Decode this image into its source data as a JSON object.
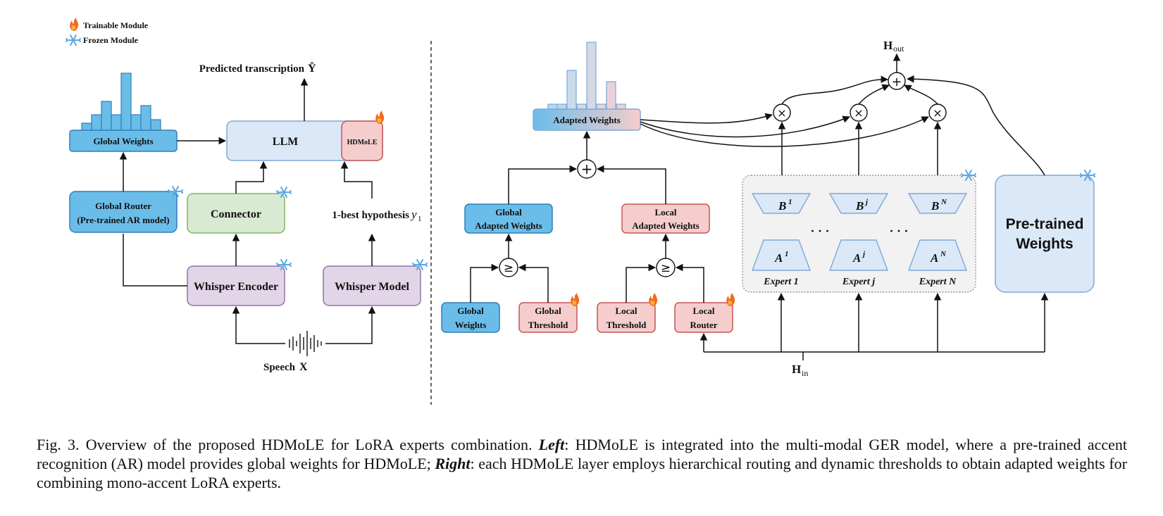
{
  "legend": {
    "trainable": "Trainable Module",
    "frozen": "Frozen Module"
  },
  "left": {
    "global_weights": "Global Weights",
    "global_router_line1": "Global Router",
    "global_router_line2": "(Pre-trained AR model)",
    "connector": "Connector",
    "whisper_encoder": "Whisper Encoder",
    "whisper_model": "Whisper Model",
    "llm": "LLM",
    "hdmole": "HDMoLE",
    "predicted": "Predicted transcription",
    "predicted_symbol": "Ŷ",
    "hypothesis": "1-best hypothesis",
    "hypothesis_symbol": "y",
    "hypothesis_sub": "1",
    "speech": "Speech",
    "speech_symbol": "X"
  },
  "right": {
    "adapted_weights": "Adapted Weights",
    "global_adapted_line1": "Global",
    "global_adapted_line2": "Adapted Weights",
    "local_adapted_line1": "Local",
    "local_adapted_line2": "Adapted Weights",
    "global_weights_line1": "Global",
    "global_weights_line2": "Weights",
    "global_threshold_line1": "Global",
    "global_threshold_line2": "Threshold",
    "local_threshold_line1": "Local",
    "local_threshold_line2": "Threshold",
    "local_router_line1": "Local",
    "local_router_line2": "Router",
    "geq": "≥",
    "plus": "+",
    "times": "×",
    "b1": "B",
    "b1_sup": "1",
    "bj": "B",
    "bj_sup": "j",
    "bn": "B",
    "bn_sup": "N",
    "a1": "A",
    "a1_sup": "1",
    "aj": "A",
    "aj_sup": "j",
    "an": "A",
    "an_sup": "N",
    "dots": "· · ·",
    "expert1": "Expert 1",
    "expertj": "Expert j",
    "expertn": "Expert N",
    "pretrained_line1": "Pre-trained",
    "pretrained_line2": "Weights",
    "h_out": "H",
    "h_out_sub": "out",
    "h_in": "H",
    "h_in_sub": "in"
  },
  "caption": {
    "prefix": "Fig. 3.  Overview of the proposed HDMoLE for LoRA experts combination. ",
    "left_label": "Left",
    "left_text": ": HDMoLE is integrated into the multi-modal GER model, where a pre-trained accent recognition (AR) model provides global weights for HDMoLE; ",
    "right_label": "Right",
    "right_text": ": each HDMoLE layer employs hierarchical routing and dynamic thresholds to obtain adapted weights for combining mono-accent LoRA experts."
  },
  "colors": {
    "blue_fill": "#6bbde9",
    "blue_stroke": "#2c7fb8",
    "light_blue_fill": "#dbe8f8",
    "light_blue_stroke": "#7ea8d8",
    "pink_fill": "#f5cdcd",
    "pink_stroke": "#c95454",
    "green_fill": "#d8ead2",
    "green_stroke": "#82b366",
    "purple_fill": "#e1d5e7",
    "purple_stroke": "#9673a6",
    "expert_fill": "#f2f2f2",
    "flame": "#f26a1b",
    "snow": "#5aa9e6"
  }
}
